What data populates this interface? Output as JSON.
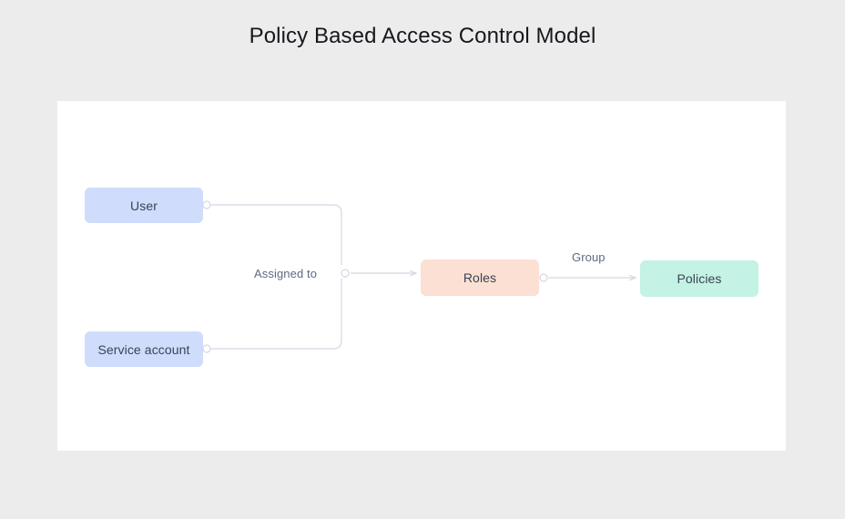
{
  "page": {
    "title": "Policy Based Access Control Model",
    "background_color": "#ececec",
    "canvas_color": "#ffffff"
  },
  "diagram": {
    "type": "flow",
    "nodes": [
      {
        "id": "user",
        "label": "User",
        "color": "#cfdcfb",
        "text_color": "#3a4256"
      },
      {
        "id": "service_account",
        "label": "Service account",
        "color": "#cfdcfb",
        "text_color": "#3a4256"
      },
      {
        "id": "roles",
        "label": "Roles",
        "color": "#fbe0d3",
        "text_color": "#3a4256"
      },
      {
        "id": "policies",
        "label": "Policies",
        "color": "#c4f2e4",
        "text_color": "#3a4256"
      }
    ],
    "edges": [
      {
        "from": "user",
        "to": "roles",
        "label": "Assigned to"
      },
      {
        "from": "service_account",
        "to": "roles",
        "label": "Assigned to"
      },
      {
        "from": "roles",
        "to": "policies",
        "label": "Group"
      }
    ],
    "edge_labels": {
      "assigned_to": "Assigned to",
      "group": "Group"
    },
    "connector_color": "#d4d8e2",
    "connector_node_color": "#ffffff"
  }
}
